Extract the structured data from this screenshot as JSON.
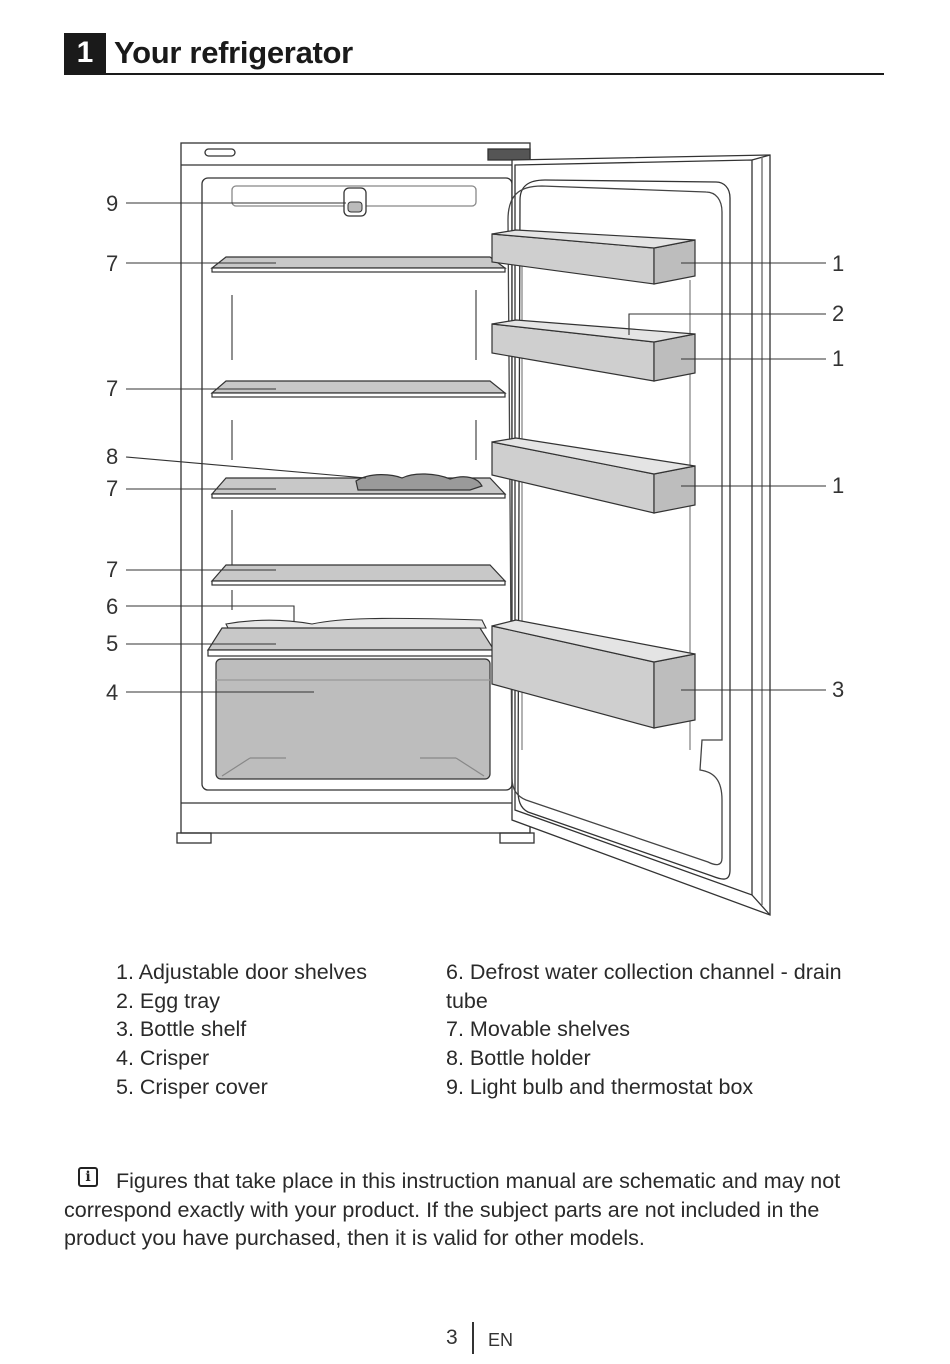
{
  "header": {
    "section_number": "1",
    "title": "Your refrigerator"
  },
  "diagram": {
    "left_callouts": [
      "9",
      "7",
      "7",
      "8",
      "7",
      "7",
      "6",
      "5",
      "4"
    ],
    "right_callouts": [
      "1",
      "2",
      "1",
      "1",
      "3"
    ]
  },
  "legend": {
    "left": [
      "1. Adjustable door shelves",
      "2. Egg tray",
      "3. Bottle shelf",
      "4. Crisper",
      "5. Crisper cover"
    ],
    "right": [
      "6. Defrost water collection channel - drain tube",
      "7. Movable shelves",
      "8. Bottle holder",
      "9. Light bulb and thermostat box"
    ]
  },
  "note": {
    "icon": "info-icon",
    "text": "Figures that take place in this instruction manual are schematic and may not correspond exactly with your product. If the subject parts are not included in the product you have purchased, then it is valid for other models."
  },
  "footer": {
    "page_number": "3",
    "language": "EN"
  }
}
